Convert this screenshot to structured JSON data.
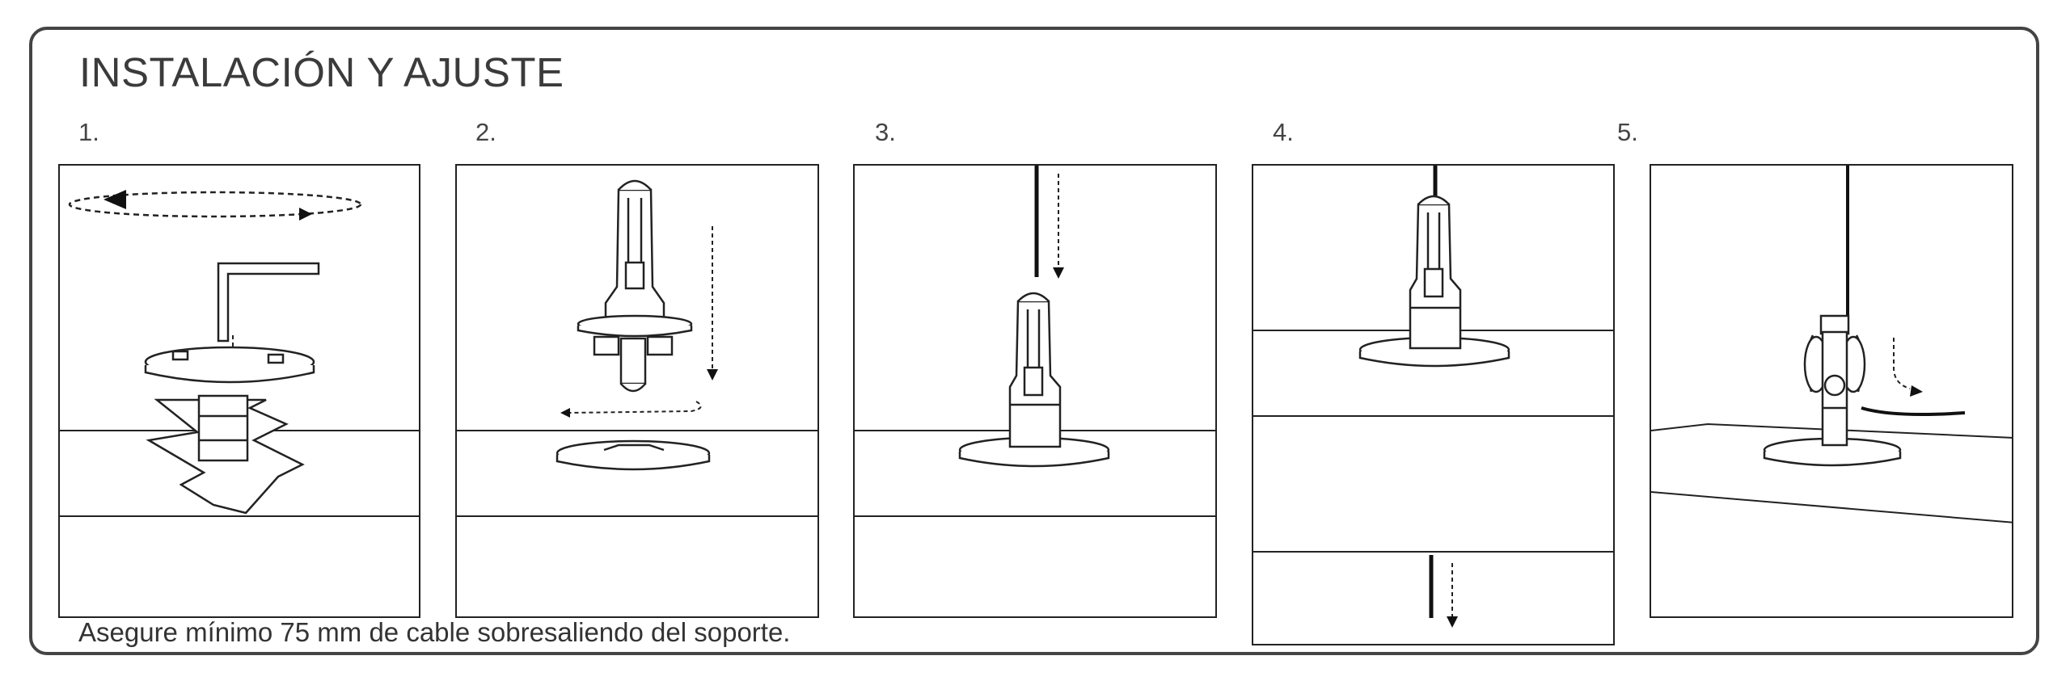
{
  "title": "INSTALACIÓN Y AJUSTE",
  "steps": [
    {
      "label": "1."
    },
    {
      "label": "2."
    },
    {
      "label": "3."
    },
    {
      "label": "4."
    },
    {
      "label": "5."
    }
  ],
  "footnote": "Asegure mínimo 75 mm de cable sobresaliendo del soporte."
}
